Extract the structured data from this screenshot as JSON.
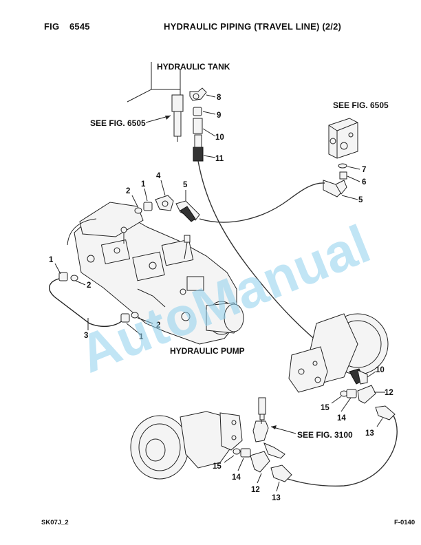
{
  "header": {
    "fig_label": "FIG",
    "fig_number": "6545",
    "title": "HYDRAULIC PIPING (TRAVEL LINE) (2/2)"
  },
  "captions": {
    "tank": "HYDRAULIC TANK",
    "pump": "HYDRAULIC PUMP",
    "see_6505_left": "SEE FIG. 6505",
    "see_6505_right": "SEE FIG. 6505",
    "see_3100": "SEE FIG. 3100"
  },
  "callouts": {
    "c8": "8",
    "c9": "9",
    "c10a": "10",
    "c11": "11",
    "c7": "7",
    "c6": "6",
    "c5r": "5",
    "c2a": "2",
    "c1a": "1",
    "c4": "4",
    "c5a": "5",
    "c1b": "1",
    "c2b": "2",
    "c3": "3",
    "c2c": "2",
    "c1c": "1",
    "c10b": "10",
    "c12a": "12",
    "c15a": "15",
    "c14a": "14",
    "c13a": "13",
    "c15b": "15",
    "c14b": "14",
    "c12b": "12",
    "c13b": "13"
  },
  "watermark": "AutoManual",
  "footer": {
    "left": "SK07J_2",
    "right": "F-0140"
  }
}
